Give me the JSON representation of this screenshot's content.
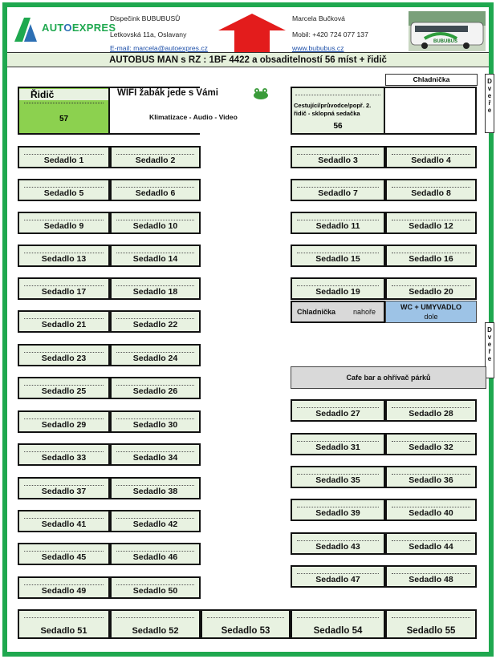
{
  "header": {
    "logo_brand": "AUTOEXPRES",
    "dispatcher_title": "Dispečink BUBUBUSŮ",
    "address": "Letkovská 11a, Oslavany",
    "email_line": "E-mail: marcela@autoexpres.cz",
    "contact_name": "Marcela Bučková",
    "mobile": "Mobil: +420 724 077 137",
    "website": "www.bububus.cz",
    "bus_decal": "BUBUBUS"
  },
  "title": "AUTOBUS MAN s RZ : 1BF 4422 a obsaditelností 56 míst + řidič",
  "front": {
    "driver_label": "Řidič",
    "driver_number": "57",
    "wifi": "WIFI žabák jede s Vámi",
    "amenities": "Klimatizace - Audio - Video",
    "guide_seat": "Cestující/průvodce/popř. 2. řidič - sklopná sedačka",
    "guide_number": "56",
    "fridge_top": "Chladnička",
    "door_front": "Dveře",
    "door_middle": "Dveře"
  },
  "mid": {
    "fridge_label": "Chladnička",
    "fridge_pos": "nahoře",
    "wc_label": "WC + UMYVADLO",
    "wc_pos": "dole",
    "cafe": "Cafe bar a ohřívač párků"
  },
  "seats": {
    "s1": "Sedadlo 1",
    "s2": "Sedadlo 2",
    "s3": "Sedadlo 3",
    "s4": "Sedadlo 4",
    "s5": "Sedadlo 5",
    "s6": "Sedadlo 6",
    "s7": "Sedadlo 7",
    "s8": "Sedadlo 8",
    "s9": "Sedadlo 9",
    "s10": "Sedadlo 10",
    "s11": "Sedadlo 11",
    "s12": "Sedadlo 12",
    "s13": "Sedadlo 13",
    "s14": "Sedadlo 14",
    "s15": "Sedadlo 15",
    "s16": "Sedadlo 16",
    "s17": "Sedadlo 17",
    "s18": "Sedadlo 18",
    "s19": "Sedadlo 19",
    "s20": "Sedadlo 20",
    "s21": "Sedadlo 21",
    "s22": "Sedadlo 22",
    "s23": "Sedadlo 23",
    "s24": "Sedadlo 24",
    "s25": "Sedadlo 25",
    "s26": "Sedadlo 26",
    "s27": "Sedadlo 27",
    "s28": "Sedadlo 28",
    "s29": "Sedadlo 29",
    "s30": "Sedadlo 30",
    "s31": "Sedadlo 31",
    "s32": "Sedadlo 32",
    "s33": "Sedadlo 33",
    "s34": "Sedadlo 34",
    "s35": "Sedadlo 35",
    "s36": "Sedadlo 36",
    "s37": "Sedadlo 37",
    "s38": "Sedadlo 38",
    "s39": "Sedadlo 39",
    "s40": "Sedadlo 40",
    "s41": "Sedadlo 41",
    "s42": "Sedadlo 42",
    "s43": "Sedadlo 43",
    "s44": "Sedadlo 44",
    "s45": "Sedadlo 45",
    "s46": "Sedadlo 46",
    "s47": "Sedadlo 47",
    "s48": "Sedadlo 48",
    "s49": "Sedadlo 49",
    "s50": "Sedadlo 50",
    "s51": "Sedadlo 51",
    "s52": "Sedadlo 52",
    "s53": "Sedadlo 53",
    "s54": "Sedadlo 54",
    "s55": "Sedadlo 55"
  },
  "colors": {
    "frame": "#1fa84f",
    "seat": "#e8f2e1",
    "driver": "#8cd14f",
    "wc": "#9dc3e6",
    "gray": "#d9d9d9",
    "arrow": "#e31c1c"
  },
  "icons": {
    "frog": "frog-icon",
    "arrow": "arrow-up-icon",
    "logo": "autoexpres-logo"
  }
}
